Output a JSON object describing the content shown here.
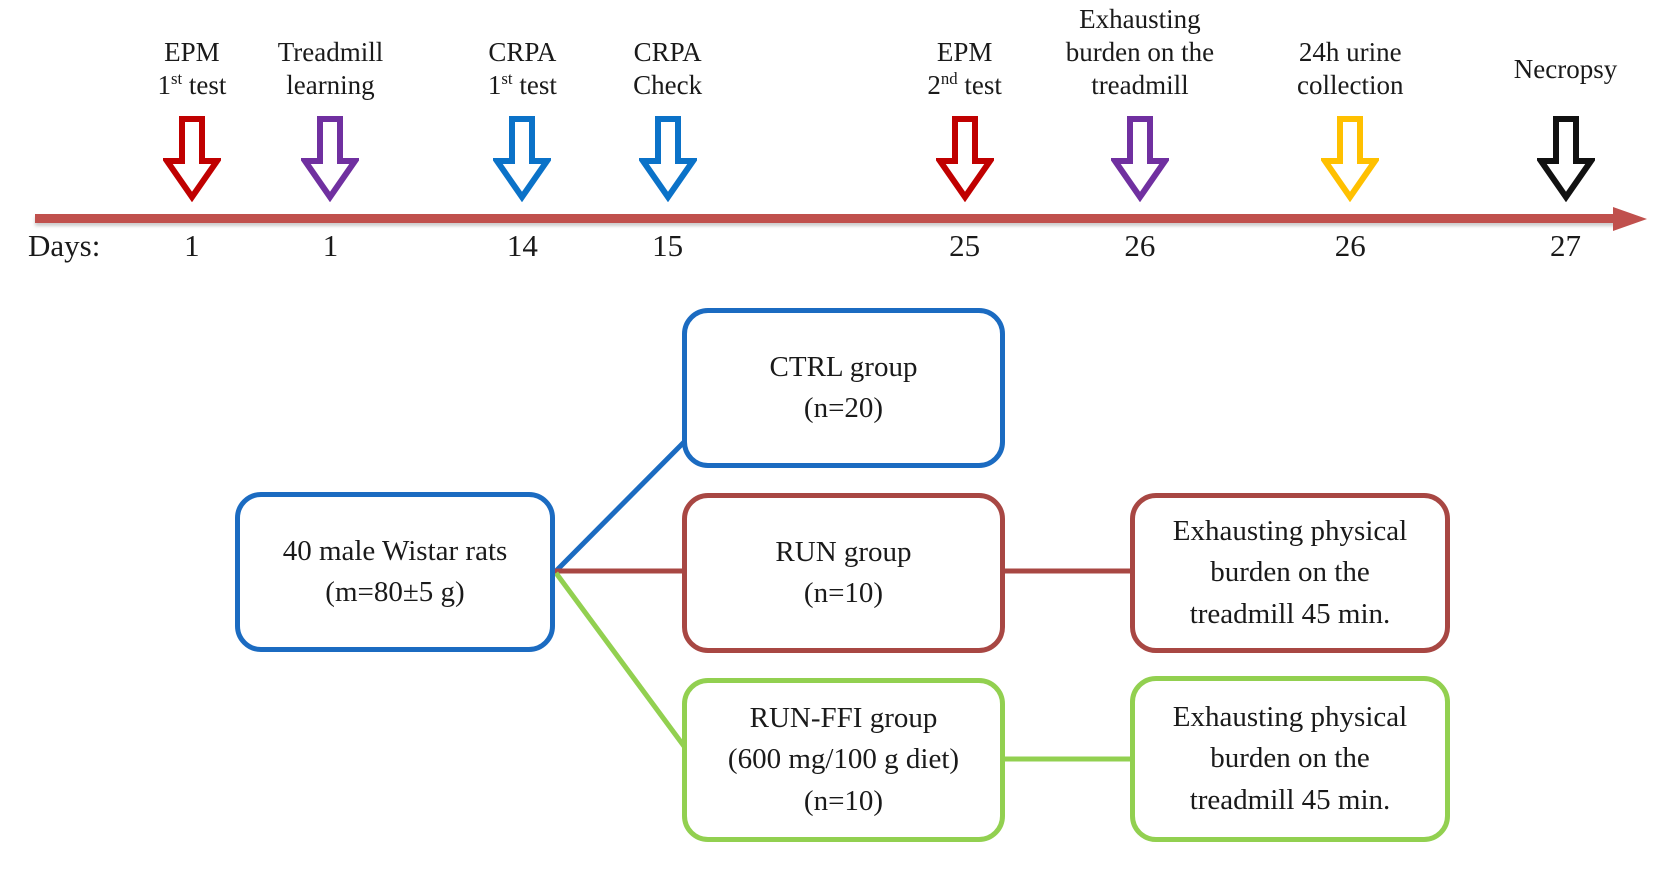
{
  "colors": {
    "timeline_bar": "#C0504D",
    "arrow_red": "#C00000",
    "arrow_purple": "#7030A0",
    "arrow_blue": "#0B72C8",
    "arrow_yellow": "#FFC000",
    "arrow_black": "#111111",
    "box_blue": "#1B6BC1",
    "box_red": "#A84743",
    "box_green": "#92D050"
  },
  "timeline": {
    "days_label": "Days:",
    "events": [
      {
        "line1": "EPM",
        "l2a": "1",
        "l2sup": "st",
        "l2b": " test",
        "line3": "",
        "day": "1",
        "arrow_color": "#C00000"
      },
      {
        "line1": "Treadmill",
        "l2a": "learning",
        "l2sup": "",
        "l2b": "",
        "line3": "",
        "day": "1",
        "arrow_color": "#7030A0"
      },
      {
        "line1": "CRPA",
        "l2a": "1",
        "l2sup": "st",
        "l2b": " test",
        "line3": "",
        "day": "14",
        "arrow_color": "#0B72C8"
      },
      {
        "line1": "CRPA",
        "l2a": "Check",
        "l2sup": "",
        "l2b": "",
        "line3": "",
        "day": "15",
        "arrow_color": "#0B72C8"
      },
      {
        "line1": "EPM",
        "l2a": "2",
        "l2sup": "nd",
        "l2b": " test",
        "line3": "",
        "day": "25",
        "arrow_color": "#C00000"
      },
      {
        "line1": "Exhausting",
        "l2a": "burden on the",
        "l2sup": "",
        "l2b": "",
        "line3": "treadmill",
        "day": "26",
        "arrow_color": "#7030A0"
      },
      {
        "line1": "24h urine",
        "l2a": "collection",
        "l2sup": "",
        "l2b": "",
        "line3": "",
        "day": "26",
        "arrow_color": "#FFC000"
      },
      {
        "line1": "",
        "l2a": "Necropsy",
        "l2sup": "",
        "l2b": "",
        "line3": "",
        "day": "27",
        "arrow_color": "#111111"
      }
    ]
  },
  "flowchart": {
    "source_box": {
      "line1": "40 male Wistar rats",
      "line2": "(m=80±5 g)",
      "line3": ""
    },
    "ctrl_box": {
      "line1": "CTRL group",
      "line2": "(n=20)",
      "line3": ""
    },
    "run_box": {
      "line1": "RUN group",
      "line2": "(n=10)",
      "line3": ""
    },
    "runffi_box": {
      "line1": "RUN-FFI group",
      "line2": "(600 mg/100 g diet)",
      "line3": "(n=10)"
    },
    "run_outcome_box": {
      "line1": "Exhausting physical",
      "line2": "burden on the",
      "line3": "treadmill 45 min."
    },
    "runffi_outcome_box": {
      "line1": "Exhausting physical",
      "line2": "burden on the",
      "line3": "treadmill 45 min."
    }
  }
}
